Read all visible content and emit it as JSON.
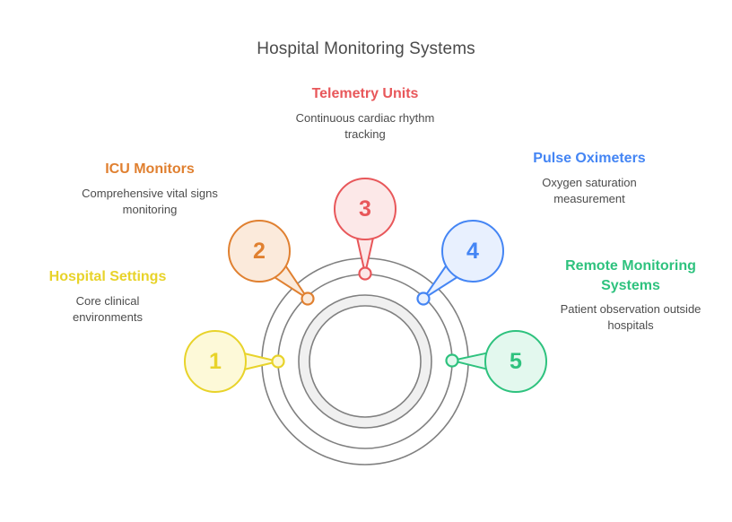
{
  "title": "Hospital Monitoring Systems",
  "background": "#ffffff",
  "title_color": "#4a4a4a",
  "desc_color": "#4c4c4c",
  "ring_color": "#808080",
  "ring_band_fill": "#f0f0f0",
  "chart_data": {
    "type": "diagram",
    "title": "Hospital Monitoring Systems",
    "layout": "concentric-rings-with-numbered-callouts",
    "center": [
      407,
      403
    ],
    "rings": [
      {
        "name": "outer-ring",
        "radius": 115,
        "stroke": "#808080",
        "fill": "none"
      },
      {
        "name": "middle-ring",
        "radius": 97,
        "stroke": "#808080",
        "fill": "none"
      },
      {
        "name": "inner-band-outer",
        "radius": 74,
        "stroke": "#808080",
        "fill": "#f0f0f0"
      },
      {
        "name": "inner-band-inner",
        "radius": 62,
        "stroke": "#808080",
        "fill": "#ffffff"
      }
    ],
    "items": [
      {
        "number": "1",
        "heading": "Hospital Settings",
        "description": "Core clinical environments",
        "color": "#e8d32a",
        "fill": "#fdf9d8",
        "angle_deg": 180,
        "dot": [
          310,
          403
        ]
      },
      {
        "number": "2",
        "heading": "ICU Monitors",
        "description": "Comprehensive vital signs monitoring",
        "color": "#e08030",
        "fill": "#fbeadb",
        "angle_deg": 227,
        "dot": [
          343,
          333
        ]
      },
      {
        "number": "3",
        "heading": "Telemetry Units",
        "description": "Continuous cardiac rhythm tracking",
        "color": "#e8575a",
        "fill": "#fce8e8",
        "angle_deg": 270,
        "dot": [
          407,
          305
        ]
      },
      {
        "number": "4",
        "heading": "Pulse Oximeters",
        "description": "Oxygen saturation measurement",
        "color": "#4485f4",
        "fill": "#e8f0fe",
        "angle_deg": 313,
        "dot": [
          472,
          333
        ]
      },
      {
        "number": "5",
        "heading": "Remote Monitoring Systems",
        "description": "Patient observation outside hospitals",
        "color": "#2ec27e",
        "fill": "#e3f8ee",
        "angle_deg": 0,
        "dot": [
          504,
          402
        ]
      }
    ]
  }
}
